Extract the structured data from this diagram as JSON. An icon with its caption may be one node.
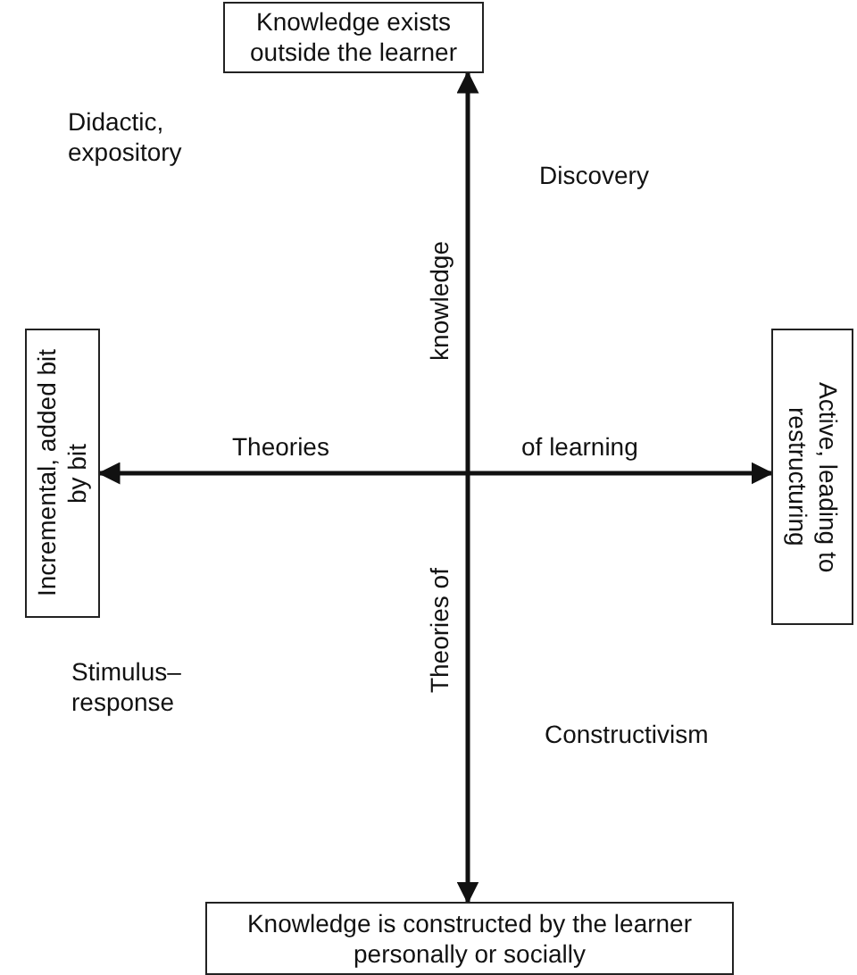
{
  "diagram": {
    "nodes": [
      {
        "text": [
          "Knowledge exists outside the learner"
        ]
      },
      {
        "text": [
          "Incremental, added bit by bit"
        ]
      },
      {
        "text": [
          "Active, leading to restructuring"
        ]
      },
      {
        "text": [
          "Knowledge is constructed by the learner personally or socially"
        ]
      }
    ],
    "edges": [
      {
        "from": 0,
        "to": 3,
        "arrow": "both"
      },
      {
        "from": 1,
        "to": 2,
        "arrow": "both"
      }
    ],
    "labels": [
      "Didactic, expository",
      "Discovery",
      "knowledge",
      "Theories",
      "of learning",
      "Theories of",
      "Stimulus–response",
      "Constructivism"
    ]
  }
}
